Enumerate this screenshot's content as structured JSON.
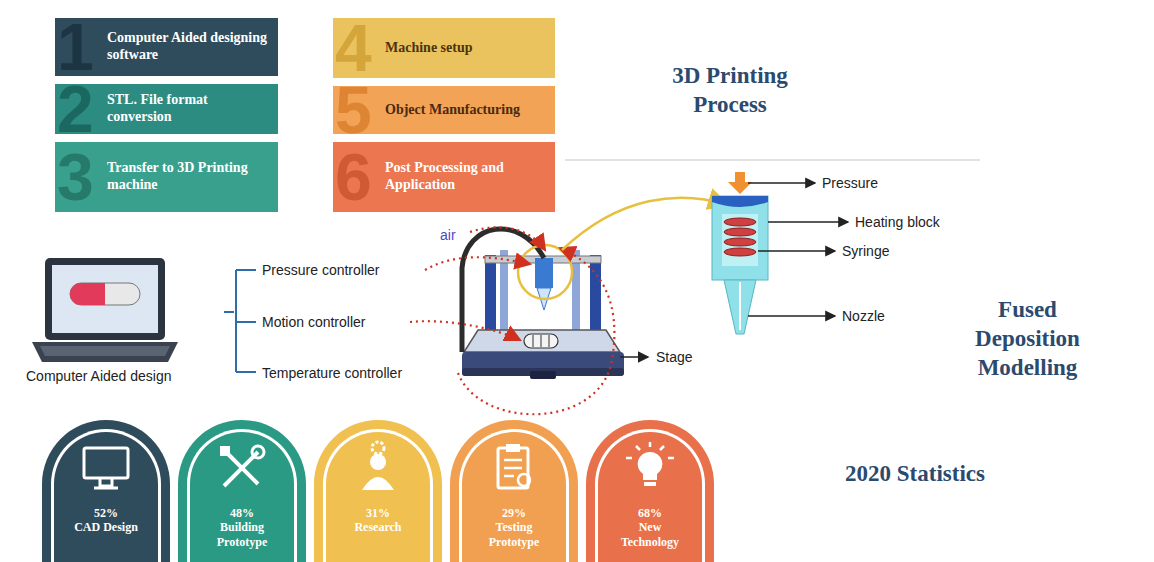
{
  "diagram": {
    "title": "3D Printing Process",
    "nodes": [
      {
        "text": [
          "1",
          "Computer Aided designing software"
        ]
      },
      {
        "text": [
          "2",
          "STL. File format conversion"
        ]
      },
      {
        "text": [
          "3",
          "Transfer to 3D Printing machine"
        ]
      },
      {
        "text": [
          "4",
          "Machine setup"
        ]
      },
      {
        "text": [
          "5",
          "Object Manufacturing"
        ]
      },
      {
        "text": [
          "6",
          "Post Processing and Application"
        ]
      },
      {
        "text": [
          "52%",
          "CAD Design"
        ]
      },
      {
        "text": [
          "48%",
          "Building Prototype"
        ]
      },
      {
        "text": [
          "31%",
          "Research"
        ]
      },
      {
        "text": [
          "29%",
          "Testing Prototype"
        ]
      },
      {
        "text": [
          "68%",
          "New Technology"
        ]
      }
    ],
    "labels": [
      "Computer Aided design",
      "Pressure controller",
      "Motion controller",
      "Temperature controller",
      "air",
      "Stage",
      "Pressure",
      "Heating block",
      "Syringe",
      "Nozzle",
      "Fused Deposition Modelling",
      "2020 Statistics"
    ]
  }
}
